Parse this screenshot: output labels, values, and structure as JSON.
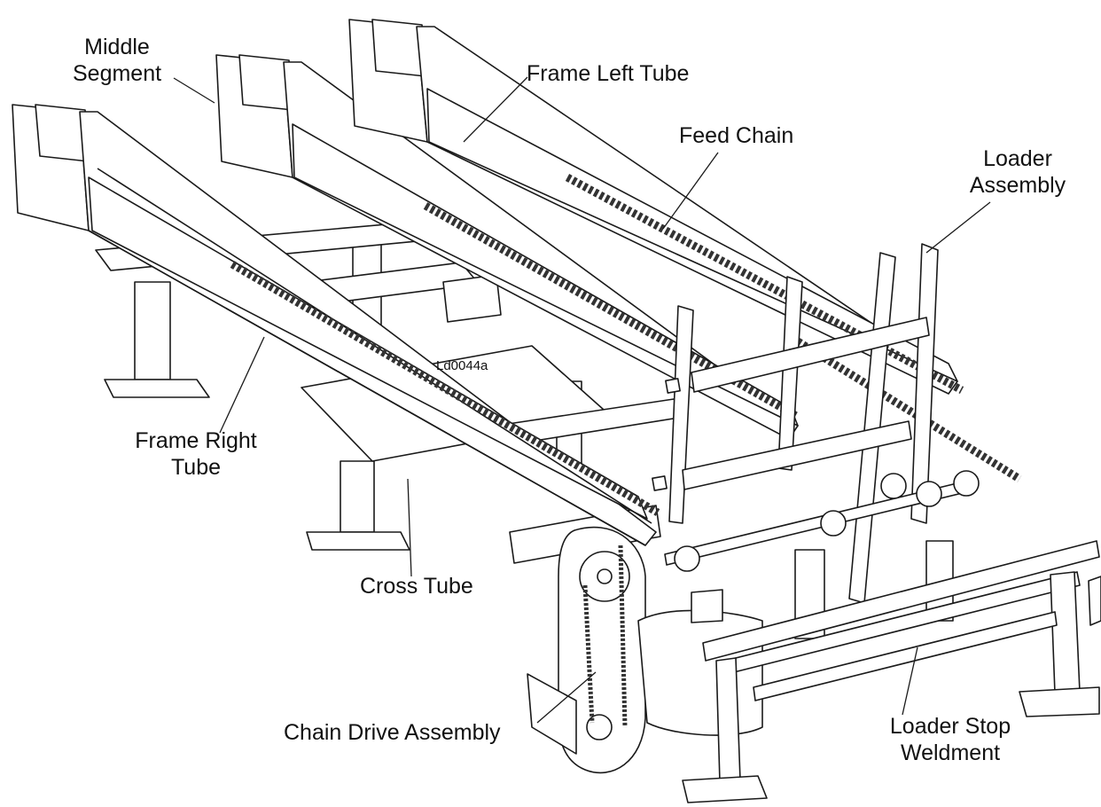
{
  "figure_code": "Ld0044a",
  "callouts": {
    "middle_segment": [
      "Middle",
      "Segment"
    ],
    "frame_left_tube": "Frame Left Tube",
    "feed_chain": "Feed Chain",
    "loader_assembly": [
      "Loader",
      "Assembly"
    ],
    "frame_right_tube": [
      "Frame Right",
      "Tube"
    ],
    "cross_tube": "Cross Tube",
    "chain_drive_assembly": "Chain Drive Assembly",
    "loader_stop_weldment": [
      "Loader Stop",
      "Weldment"
    ]
  }
}
